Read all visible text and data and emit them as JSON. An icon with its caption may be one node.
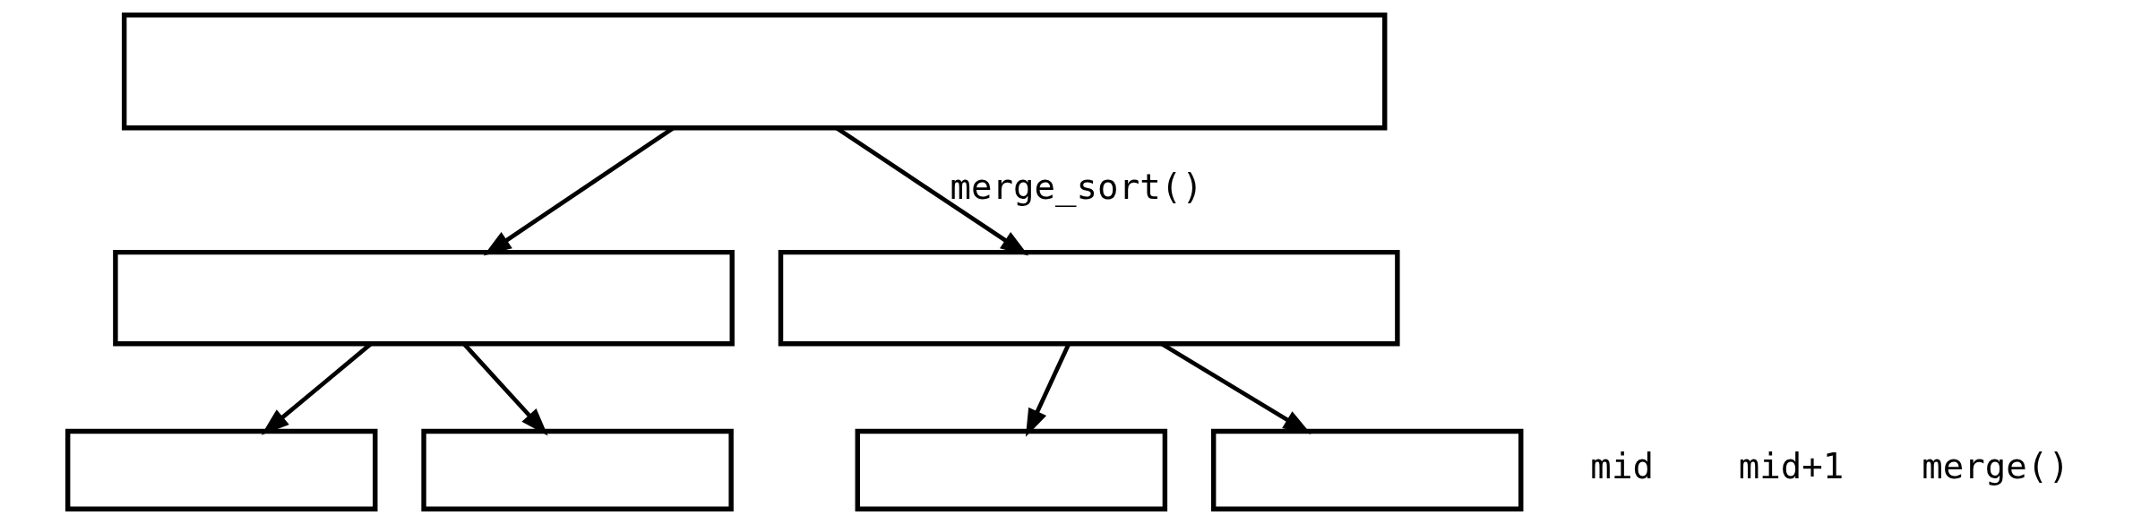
{
  "diagram": {
    "nodes": [
      {
        "text": [],
        "shape": "box"
      },
      {
        "text": [],
        "shape": "box"
      },
      {
        "text": [],
        "shape": "box"
      },
      {
        "text": [],
        "shape": "box"
      },
      {
        "text": [],
        "shape": "box"
      },
      {
        "text": [],
        "shape": "box"
      },
      {
        "text": [],
        "shape": "box"
      }
    ],
    "edges": [
      {
        "from": 0,
        "to": 1,
        "arrow": "to"
      },
      {
        "from": 0,
        "to": 2,
        "arrow": "to",
        "label": "merge_sort()"
      },
      {
        "from": 1,
        "to": 3,
        "arrow": "to"
      },
      {
        "from": 1,
        "to": 4,
        "arrow": "to"
      },
      {
        "from": 2,
        "to": 5,
        "arrow": "to"
      },
      {
        "from": 2,
        "to": 6,
        "arrow": "to"
      }
    ],
    "labels": [
      "mid",
      "mid+1",
      "merge()"
    ]
  }
}
